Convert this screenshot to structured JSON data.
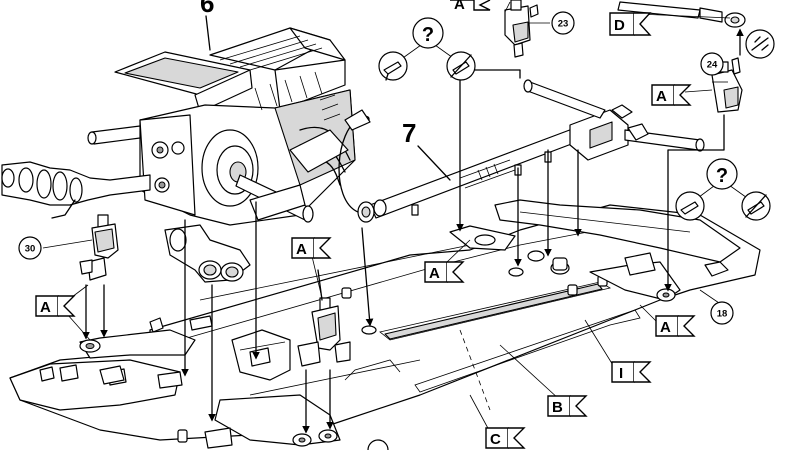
{
  "labels": {
    "part_6": "6",
    "part_7": "7",
    "flag_A": "A",
    "flag_B": "B",
    "flag_C": "C",
    "flag_D": "D",
    "flag_I": "I",
    "ref_30": "30",
    "ref_23": "23",
    "ref_24": "24",
    "ref_18": "18",
    "question_mark": "?"
  }
}
